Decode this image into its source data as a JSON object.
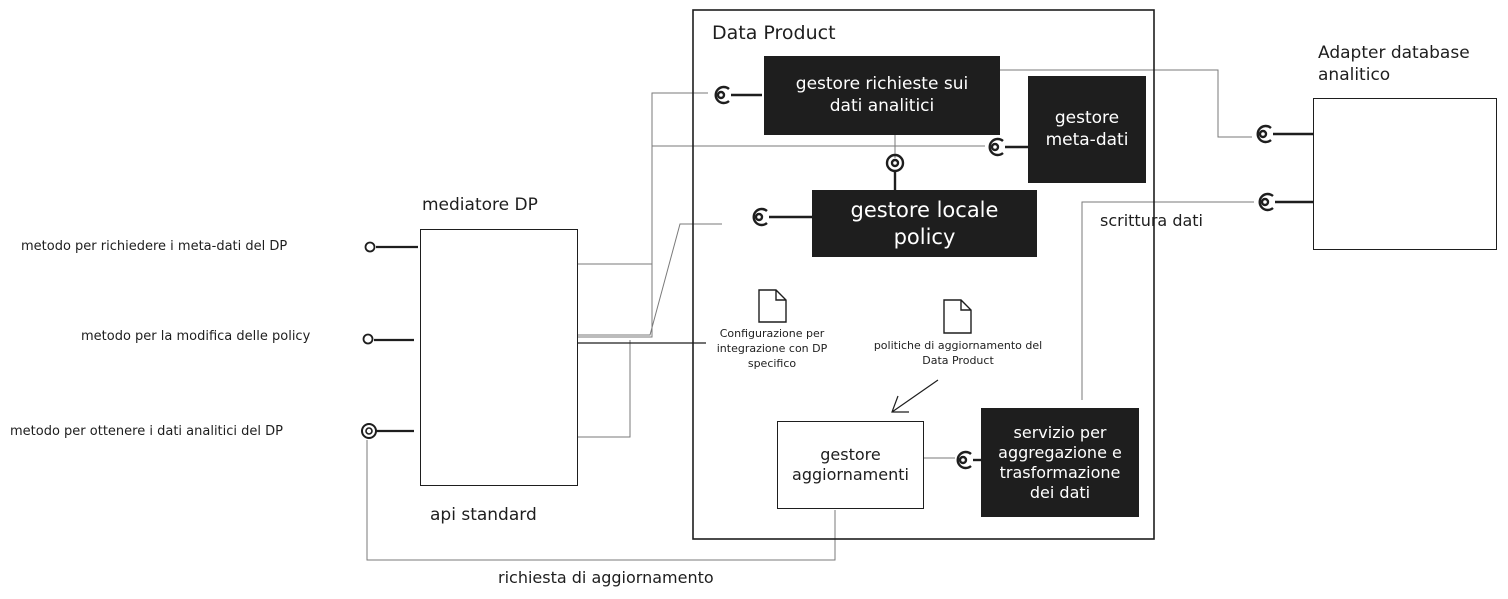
{
  "diagram": {
    "container_title": "Data Product",
    "mediator": {
      "title": "mediatore DP",
      "footer": "api standard"
    },
    "adapter": {
      "title": "Adapter database analitico"
    },
    "components": {
      "query_manager": "gestore richieste sui dati analitici",
      "metadata_manager": "gestore meta-dati",
      "policy_manager": "gestore locale policy",
      "update_manager": "gestore aggiornamenti",
      "aggregation_service": "servizio per aggregazione e trasformazione dei dati"
    },
    "documents": {
      "config": "Configurazione per integrazione con DP specifico",
      "update_policies": "politiche di aggiornamento del Data Product"
    },
    "api_methods": {
      "metadata": "metodo per richiedere i meta-dati del DP",
      "policy": "metodo per la modifica delle policy",
      "data": "metodo per ottenere i dati analitici del DP"
    },
    "edge_labels": {
      "write_data": "scrittura dati",
      "update_request": "richiesta di aggiornamento"
    }
  },
  "colors": {
    "ink": "#1e1e1e",
    "background": "#ffffff",
    "connector": "#7a7a7a"
  },
  "icons": [
    "document-icon",
    "interface-socket-icon",
    "arrow-icon"
  ]
}
